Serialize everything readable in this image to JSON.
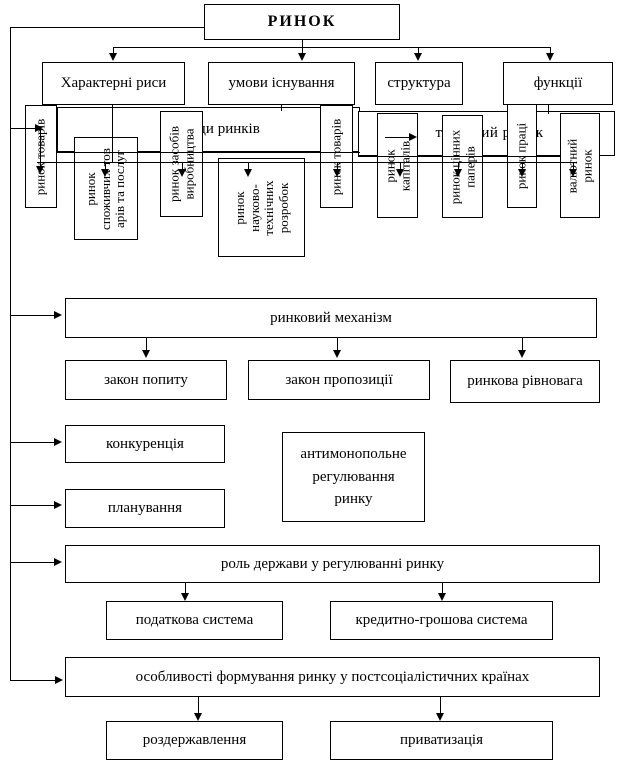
{
  "root": {
    "label": "РИНОК"
  },
  "branches": {
    "features": "Характерні риси",
    "conditions": "умови існування",
    "structure": "структура",
    "functions": "функції"
  },
  "market_groups": {
    "kinds": "види ринків",
    "commodity": "товарний ринок"
  },
  "markets": {
    "goods1": "ринок товарів",
    "consumer": "ринок\nспоживчих тов\nарів та послуг",
    "production_means": "ринок засобів\nвиробництва",
    "rnd": "ринок\nнауково-\nтехнічних\nрозробок",
    "goods2": "ринок товарів",
    "capital": "ринок\nкапіталів",
    "securities": "ринок цінних\nпаперів",
    "labor": "ринок праці",
    "currency": "валютний\nринок"
  },
  "mechanism": {
    "label": "ринковий механізм",
    "demand": "закон попиту",
    "supply": "закон пропозиції",
    "equilibrium": "ринкова рівновага"
  },
  "regulation": {
    "competition": "конкуренція",
    "antimonopoly": "антимонопольне\nрегулювання\nринку",
    "planning": "планування"
  },
  "state_role": {
    "label": "роль держави у регулюванні ринку",
    "tax": "податкова система",
    "credit": "кредитно-грошова система"
  },
  "transition": {
    "label": "особливості формування ринку у постсоціалістичних країнах",
    "denationalization": "роздержавлення",
    "privatization": "приватизація"
  }
}
